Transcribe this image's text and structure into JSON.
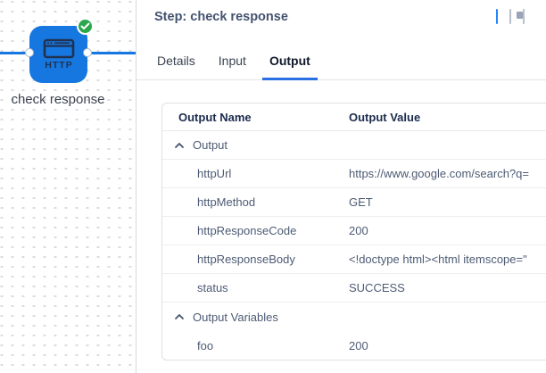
{
  "canvas": {
    "node": {
      "label": "check response",
      "type_label": "HTTP",
      "status": "success"
    }
  },
  "panel": {
    "title": "Step: check response",
    "controls": [
      {
        "icon": "layout-split-right-icon",
        "active": true
      },
      {
        "icon": "layout-bottom-icon",
        "active": false
      },
      {
        "icon": "layout-floating-icon",
        "active": false
      },
      {
        "icon": "minimize-icon",
        "active": false
      }
    ],
    "tabs": [
      {
        "label": "Details",
        "active": false
      },
      {
        "label": "Input",
        "active": false
      },
      {
        "label": "Output",
        "active": true
      }
    ],
    "table": {
      "columns": [
        "Output Name",
        "Output Value"
      ],
      "groups": [
        {
          "label": "Output",
          "collapsed": false,
          "rows": [
            {
              "name": "httpUrl",
              "value": "https://www.google.com/search?q="
            },
            {
              "name": "httpMethod",
              "value": "GET"
            },
            {
              "name": "httpResponseCode",
              "value": "200"
            },
            {
              "name": "httpResponseBody",
              "value": "<!doctype html><html itemscope=\""
            },
            {
              "name": "status",
              "value": "SUCCESS"
            }
          ]
        },
        {
          "label": "Output Variables",
          "collapsed": false,
          "rows": [
            {
              "name": "foo",
              "value": "200"
            }
          ]
        }
      ]
    }
  },
  "colors": {
    "node_blue": "#1677e0",
    "success_green": "#2aa64d",
    "tab_accent_blue": "#2b6fe4",
    "active_icon_blue": "#2684ff",
    "slate_text": "#4d5b74"
  }
}
